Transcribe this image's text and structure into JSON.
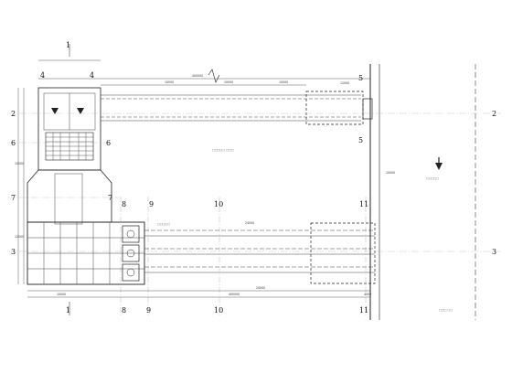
{
  "axis_labels": {
    "a1": "1",
    "a2": "2",
    "a3": "3",
    "a4": "4",
    "a5": "5",
    "a6": "6",
    "a7": "7",
    "a8": "8",
    "a9": "9",
    "a10": "10",
    "a11": "11"
  },
  "dimension_text": {
    "top_total": "400000",
    "top_span_a": "10000",
    "top_span_b": "10000",
    "top_span_c": "10000",
    "mid_dim": "24000",
    "bot_total": "400000",
    "bot_a": "10000",
    "bot_b": "20000",
    "right_a": "12000",
    "right_b": "10000",
    "left_a": "10000",
    "left_b": "12000",
    "bottom_right": "4000"
  },
  "notes": {
    "upper_center": "□□□□□  □□□",
    "lower_pipe_label": "□□□□□",
    "right_block": "□□□□□",
    "footer": "□□□   □□"
  },
  "colors": {
    "line": "#222222",
    "light": "#666666",
    "dash": "#444444"
  }
}
